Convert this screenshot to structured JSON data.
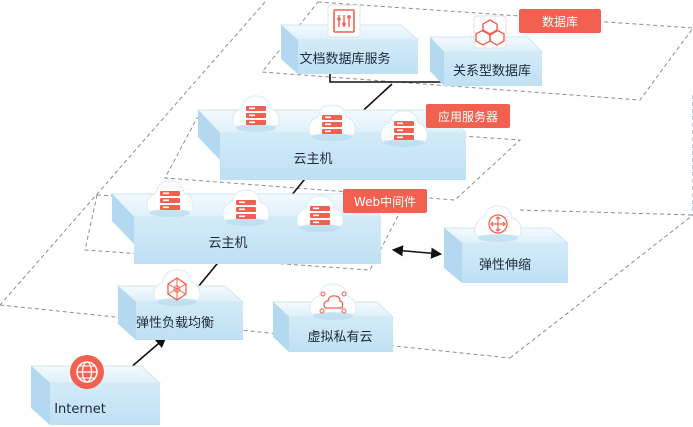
{
  "tiers": {
    "database_tag": "数据库",
    "app_server_tag": "应用服务器",
    "web_middleware_tag": "Web中间件"
  },
  "nodes": {
    "doc_db": "文档数据库服务",
    "relational_db": "关系型数据库",
    "cloud_host_upper": "云主机",
    "cloud_host_lower": "云主机",
    "auto_scaling": "弹性伸缩",
    "load_balancer": "弹性负载均衡",
    "vpc": "虚拟私有云",
    "internet": "Internet"
  },
  "colors": {
    "accent": "#f26150",
    "box_top": "#e9f5fc",
    "box_front": "#c8e5f6",
    "box_side": "#a9d4ee",
    "text": "#1e2a3a",
    "dash": "#8a8f95"
  }
}
